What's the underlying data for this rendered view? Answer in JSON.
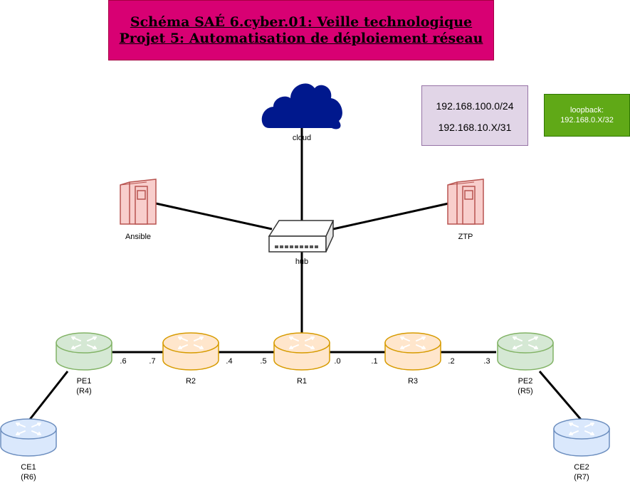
{
  "title": {
    "line1": "Schéma SAÉ 6.cyber.01: Veille technologique",
    "line2": "Projet 5: Automatisation de déploiement réseau"
  },
  "subnets": {
    "line1": "192.168.100.0/24",
    "line2": "192.168.10.X/31"
  },
  "loopback": {
    "line1": "loopback:",
    "line2": "192.168.0.X/32"
  },
  "nodes": {
    "cloud": "cloud",
    "hub": "hub",
    "ansible": "Ansible",
    "ztp": "ZTP",
    "r1": "R1",
    "r2": "R2",
    "r3": "R3",
    "pe1": {
      "name": "PE1",
      "alias": "(R4)"
    },
    "pe2": {
      "name": "PE2",
      "alias": "(R5)"
    },
    "ce1": {
      "name": "CE1",
      "alias": "(R6)"
    },
    "ce2": {
      "name": "CE2",
      "alias": "(R7)"
    }
  },
  "interfaces": {
    "pe1_r2": ".6",
    "r2_pe1": ".7",
    "r2_r1": ".4",
    "r1_r2": ".5",
    "r1_r3": ".0",
    "r3_r1": ".1",
    "r3_pe2": ".2",
    "pe2_r3": ".3"
  },
  "colors": {
    "title_bg": "#d80073",
    "subnet_bg": "#e1d5e7",
    "loopback_bg": "#60a917",
    "core_router": "#ffe6cc",
    "core_router_stroke": "#d79b00",
    "pe_router": "#d5e8d4",
    "pe_router_stroke": "#82b366",
    "ce_router": "#dae8fc",
    "ce_router_stroke": "#6c8ebf",
    "server": "#f8cecc",
    "server_stroke": "#b85450",
    "cloud": "#00188d"
  }
}
